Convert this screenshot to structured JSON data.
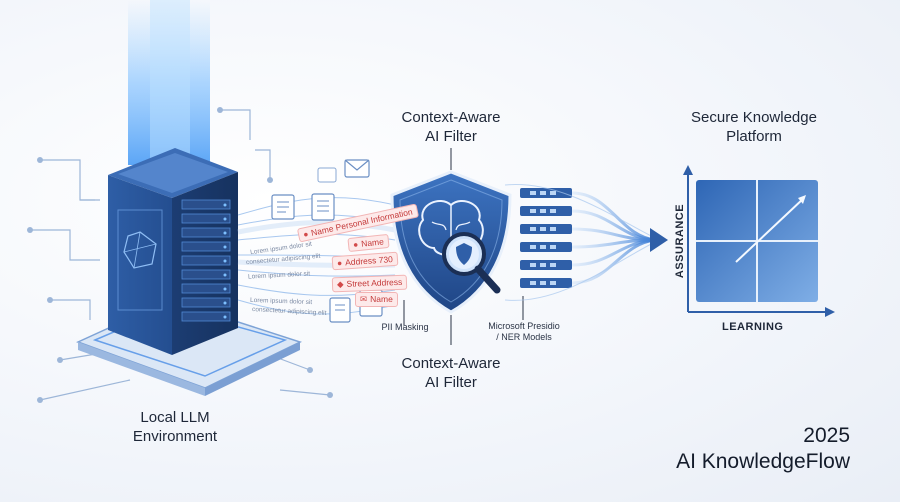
{
  "labels": {
    "local_env": [
      "Local LLM",
      "Environment"
    ],
    "filter_top": [
      "Context-Aware",
      "AI Filter"
    ],
    "filter_bottom": [
      "Context-Aware",
      "AI Filter"
    ],
    "platform": [
      "Secure Knowledge",
      "Platform"
    ],
    "pii_masking": "PII Masking",
    "presidio": [
      "Microsoft Presidio",
      "/ NER Models"
    ],
    "axis_y": "ASSURANCE",
    "axis_x": "LEARNING",
    "year": "2025",
    "brand": "AI KnowledgeFlow"
  },
  "pii_tags": [
    {
      "icon": "person-icon",
      "text": "Name  Personal Information"
    },
    {
      "icon": "person-icon",
      "text": "Name"
    },
    {
      "icon": "person-icon",
      "text": "Address 730"
    },
    {
      "icon": "pin-icon",
      "text": "Street Address"
    },
    {
      "icon": "mail-icon",
      "text": "Name"
    }
  ],
  "stream_text": [
    "Lorem ipsum dolor sit",
    "consectetur adipiscing elit",
    "Lorem ipsum dolor sit",
    "Lorem ipsum dolor sit",
    "consectetur adipiscing elit"
  ],
  "colors": {
    "primary": "#2f5fa8",
    "dark": "#1d3f7a",
    "light": "#8fb2e3",
    "glow": "#5aa9ff",
    "pii_red": "#d24a4a"
  }
}
